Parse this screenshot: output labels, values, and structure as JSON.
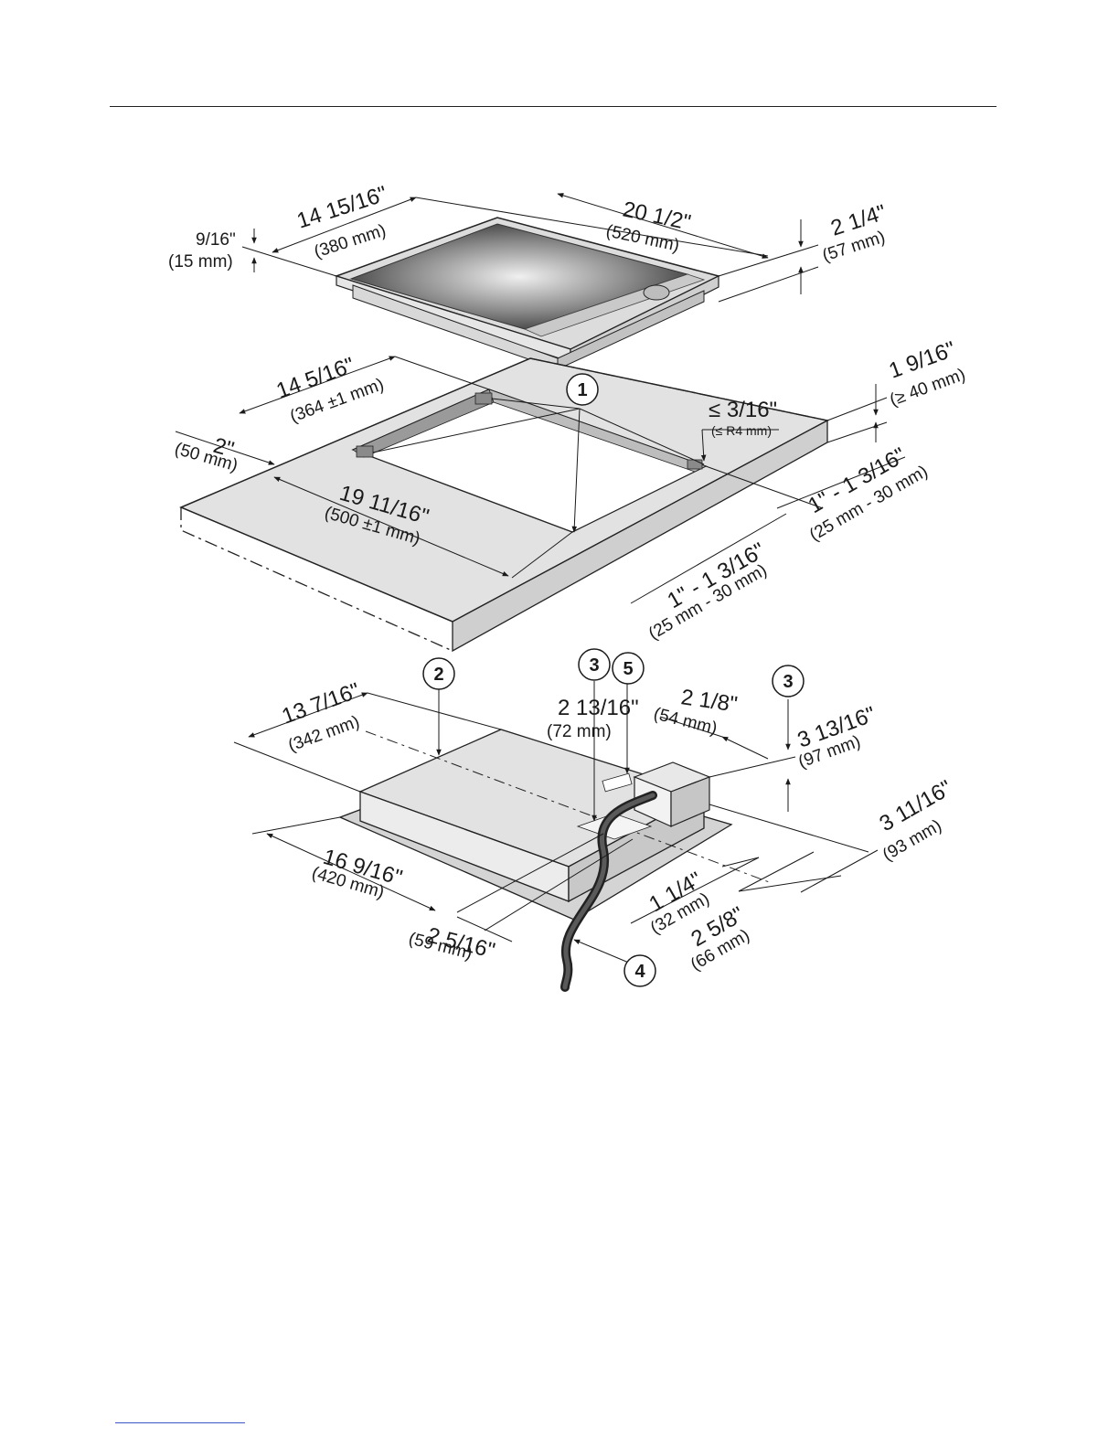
{
  "callouts": [
    "1",
    "2",
    "3",
    "3",
    "4",
    "5"
  ],
  "top_unit": {
    "height_in": "9/16\"",
    "height_mm": "(15 mm)",
    "depth_in": "14 15/16\"",
    "depth_mm": "(380 mm)",
    "width_in": "20 1/2\"",
    "width_mm": "(520 mm)",
    "total_height_in": "2 1/4\"",
    "total_height_mm": "(57 mm)"
  },
  "countertop": {
    "cutout_depth_in": "14 5/16\"",
    "cutout_depth_mm": "(364 ±1 mm)",
    "front_in": "2\"",
    "front_mm": "(50 mm)",
    "cutout_width_in": "19 11/16\"",
    "cutout_width_mm": "(500 ±1 mm)",
    "radius_in": "≤ 3/16\"",
    "radius_mm": "(≤ R4 mm)",
    "thickness_in": "1 9/16\"",
    "thickness_mm": "(≥ 40 mm)",
    "side_gap_in": "1\" - 1 3/16\"",
    "side_gap_mm": "(25 mm - 30 mm)",
    "front_gap_in": "1\" - 1 3/16\"",
    "front_gap_mm": "(25 mm - 30 mm)"
  },
  "bottom_unit": {
    "depth_in": "13 7/16\"",
    "depth_mm": "(342 mm)",
    "box_offset_in": "2 13/16\"",
    "box_offset_mm": "(72 mm)",
    "box_width_in": "2 1/8\"",
    "box_width_mm": "(54 mm)",
    "box_height_in": "3 13/16\"",
    "box_height_mm": "(97 mm)",
    "width_in": "16 9/16\"",
    "width_mm": "(420 mm)",
    "side_in": "3 11/16\"",
    "side_mm": "(93 mm)",
    "box_pos_in": "2 5/16\"",
    "box_pos_mm": "(59 mm)",
    "cable_in": "1 1/4\"",
    "cable_mm": "(32 mm)",
    "cable_len_in": "2 5/8\"",
    "cable_len_mm": "(66 mm)"
  }
}
